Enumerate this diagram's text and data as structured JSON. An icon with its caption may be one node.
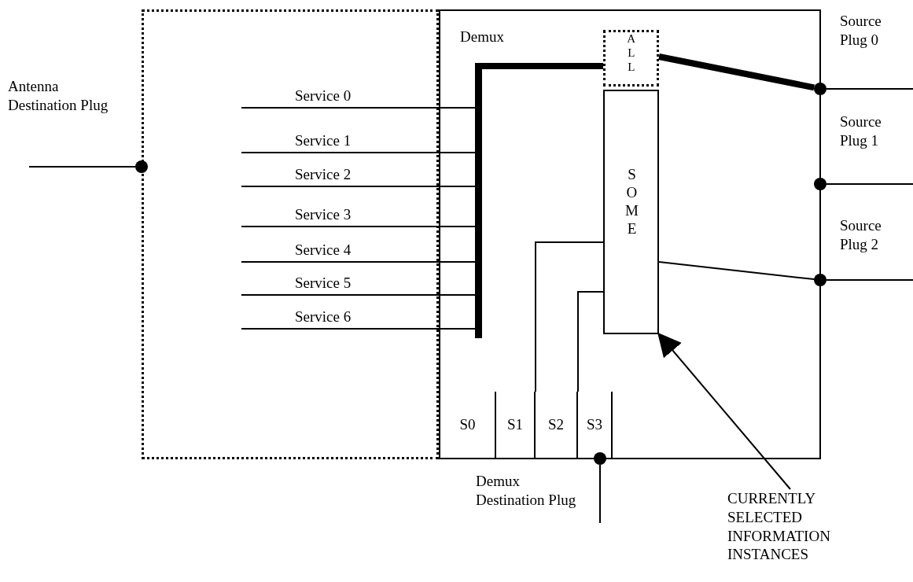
{
  "diagram": {
    "nodes": [
      {
        "text": [],
        "shape": "box"
      },
      {
        "text": [
          "Demux"
        ]
      },
      {
        "text": [
          "ALL"
        ],
        "in": 1
      },
      {
        "text": [
          "SOME"
        ],
        "in": 1
      },
      {
        "text": [],
        "shape": "bar",
        "in": 1
      },
      {
        "text": [
          "S0"
        ],
        "in": 1
      },
      {
        "text": [
          "S1"
        ],
        "in": 1
      },
      {
        "text": [
          "S2"
        ],
        "in": 1
      },
      {
        "text": [
          "S3"
        ],
        "in": 1
      },
      {
        "text": [],
        "shape": "circle",
        "beside": [
          "Antenna Destination Plug"
        ]
      },
      {
        "text": [],
        "shape": "circle",
        "beside": [
          "Source Plug 0"
        ]
      },
      {
        "text": [],
        "shape": "circle",
        "beside": [
          "Source Plug 1"
        ]
      },
      {
        "text": [],
        "shape": "circle",
        "beside": [
          "Source Plug 2"
        ]
      },
      {
        "text": [],
        "shape": "circle",
        "beside": [
          "Demux Destination Plug"
        ]
      },
      {
        "text": [
          "CURRENTLY SELECTED INFORMATION INSTANCES"
        ]
      }
    ],
    "edges": [
      {
        "from": 0,
        "to": 4,
        "arrow": "none",
        "label": "Service 0"
      },
      {
        "from": 0,
        "to": 4,
        "arrow": "none",
        "label": "Service 1"
      },
      {
        "from": 0,
        "to": 4,
        "arrow": "none",
        "label": "Service 2"
      },
      {
        "from": 0,
        "to": 4,
        "arrow": "none",
        "label": "Service 3"
      },
      {
        "from": 0,
        "to": 4,
        "arrow": "none",
        "label": "Service 4"
      },
      {
        "from": 0,
        "to": 4,
        "arrow": "none",
        "label": "Service 5"
      },
      {
        "from": 0,
        "to": 4,
        "arrow": "none",
        "label": "Service 6"
      },
      {
        "from": 4,
        "to": 2,
        "arrow": "none",
        "style": "thick"
      },
      {
        "from": 2,
        "to": 10,
        "arrow": "none",
        "style": "thick"
      },
      {
        "from": 3,
        "to": 12,
        "arrow": "none"
      },
      {
        "from": 3,
        "to": 6,
        "arrow": "none"
      },
      {
        "from": 3,
        "to": 7,
        "arrow": "none"
      },
      {
        "from": null,
        "to": 9,
        "arrow": "none"
      },
      {
        "from": 10,
        "to": null,
        "arrow": "none"
      },
      {
        "from": 11,
        "to": null,
        "arrow": "none"
      },
      {
        "from": 12,
        "to": null,
        "arrow": "none"
      },
      {
        "from": 13,
        "to": null,
        "arrow": "none"
      },
      {
        "from": 14,
        "to": 3,
        "arrow": "to"
      }
    ]
  }
}
